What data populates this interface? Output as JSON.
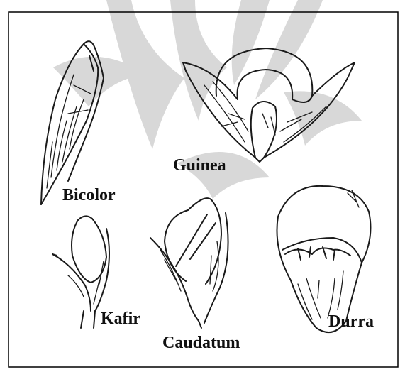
{
  "figure": {
    "labels": {
      "bicolor": "Bicolor",
      "guinea": "Guinea",
      "kafir": "Kafir",
      "caudatum": "Caudatum",
      "durra": "Durra"
    },
    "colors": {
      "ink": "#1a1a1a",
      "watermark": "#d8d8d8",
      "frame": "#000000",
      "background": "#ffffff"
    }
  }
}
